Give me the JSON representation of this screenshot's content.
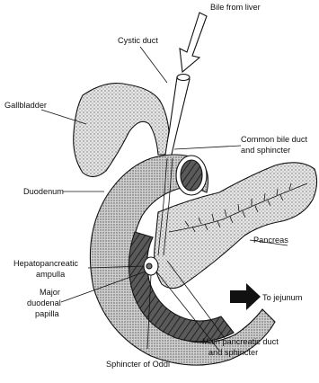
{
  "labels": {
    "bile_from_liver": "Bile from liver",
    "cystic_duct": "Cystic duct",
    "gallbladder": "Gallbladder",
    "common_bile_duct_l1": "Common bile duct",
    "common_bile_duct_l2": "and sphincter",
    "duodenum": "Duodenum",
    "pancreas": "Pancreas",
    "hepatopancreatic_l1": "Hepatopancreatic",
    "hepatopancreatic_l2": "ampulla",
    "to_jejunum": "To jejunum",
    "major_papilla_l1": "Major",
    "major_papilla_l2": "duodenal",
    "major_papilla_l3": "papilla",
    "main_pancreatic_l1": "Main pancreatic duct",
    "main_pancreatic_l2": "and sphincter",
    "sphincter_oddi": "Sphincter of Oddi"
  },
  "colors": {
    "outline": "#111111",
    "stipple_light": "#d9d9d9",
    "stipple_mid": "#bdbdbd",
    "mucosa_dark": "#4a4a4a",
    "paper": "#ffffff"
  }
}
